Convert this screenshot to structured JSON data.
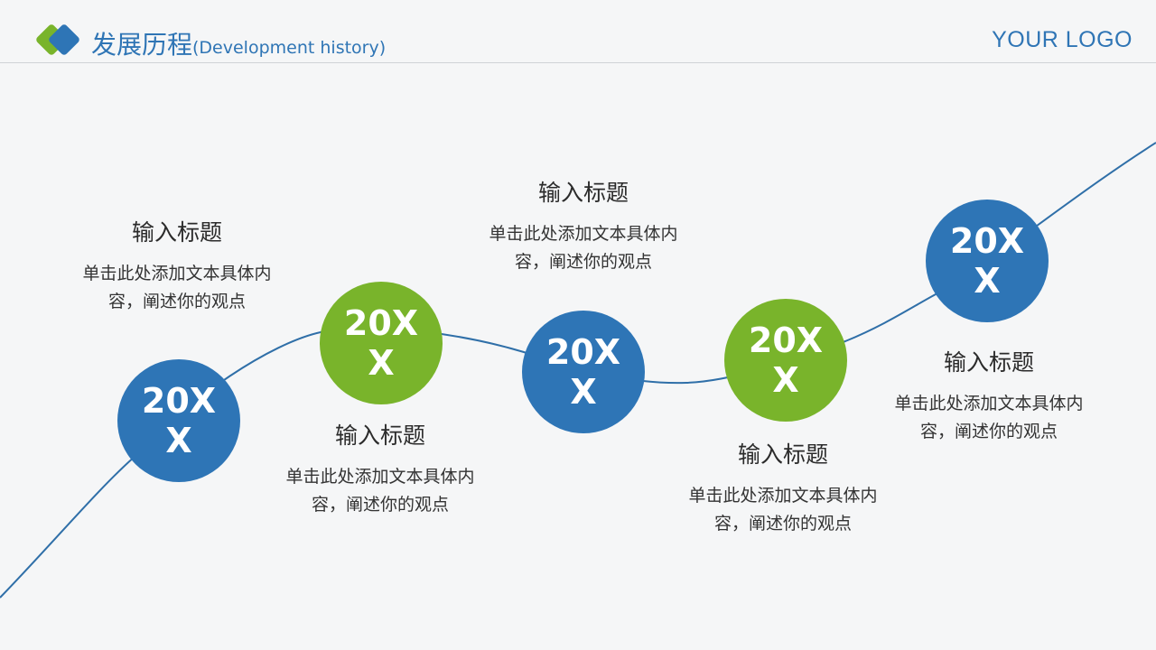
{
  "header": {
    "title_cn": "发展历程",
    "title_en": "(Development history)",
    "brand": "YOUR LOGO"
  },
  "colors": {
    "blue": "#2e75b6",
    "green": "#79b42b",
    "line": "#2f6fa8"
  },
  "icons": [
    "diamond-logo-icon"
  ],
  "milestones": [
    {
      "year": "20XX",
      "title": "输入标题",
      "desc": "单击此处添加文本具体内容，阐述你的观点",
      "color": "blue"
    },
    {
      "year": "20XX",
      "title": "输入标题",
      "desc": "单击此处添加文本具体内容，阐述你的观点",
      "color": "green"
    },
    {
      "year": "20XX",
      "title": "输入标题",
      "desc": "单击此处添加文本具体内容，阐述你的观点",
      "color": "blue"
    },
    {
      "year": "20XX",
      "title": "输入标题",
      "desc": "单击此处添加文本具体内容，阐述你的观点",
      "color": "green"
    },
    {
      "year": "20XX",
      "title": "输入标题",
      "desc": "单击此处添加文本具体内容，阐述你的观点",
      "color": "blue"
    }
  ]
}
